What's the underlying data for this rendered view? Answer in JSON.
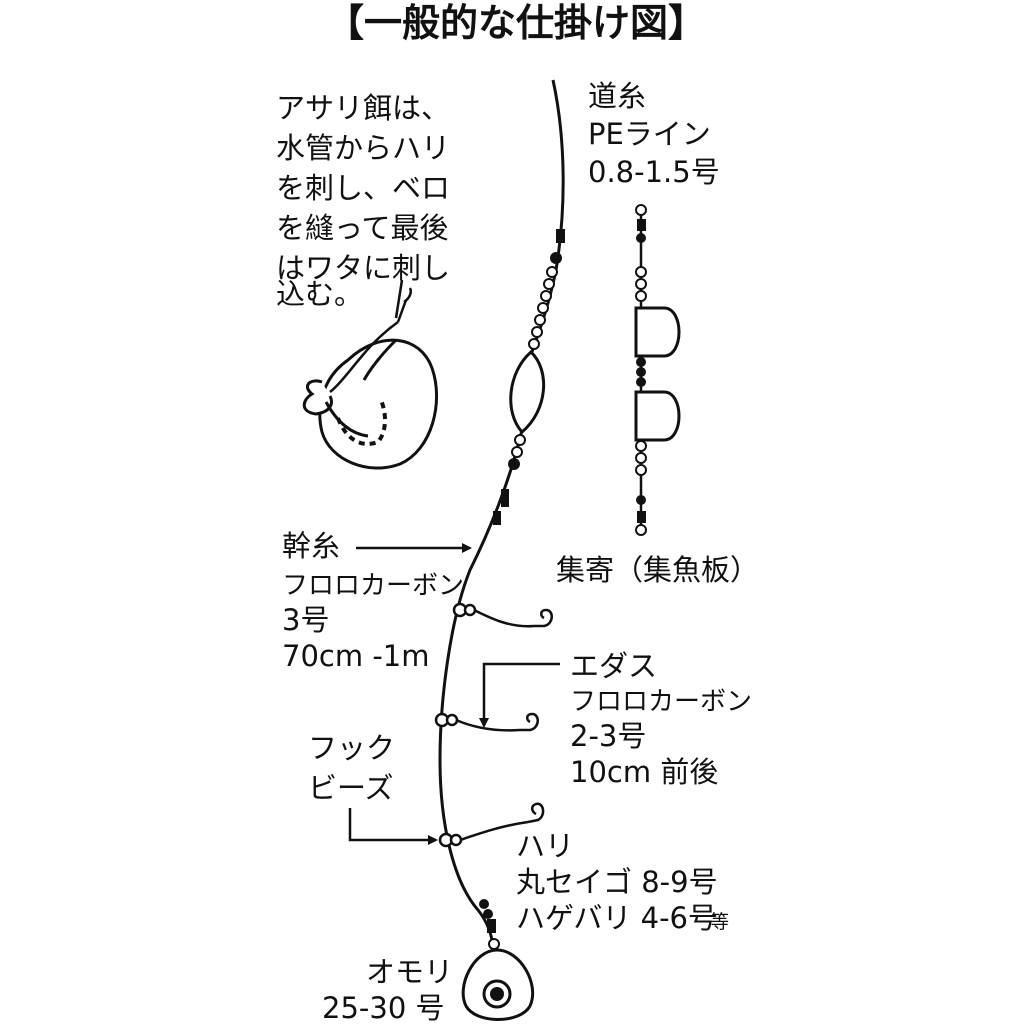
{
  "title": "【一般的な仕掛け図】",
  "bait_note": [
    "アサリ餌は、",
    "水管からハリ",
    "を刺し、ベロ",
    "を縫って最後",
    "はワタに刺し",
    "込む。"
  ],
  "main_line": {
    "name": "道糸",
    "spec": "PEライン",
    "size": "0.8-1.5号"
  },
  "attractor": {
    "label": "集寄（集魚板）"
  },
  "trunk_line": {
    "name": "幹糸",
    "spec": "フロロカーボン",
    "size": "3号",
    "length": "70cm -1m"
  },
  "branch_line": {
    "name": "エダス",
    "spec": "フロロカーボン",
    "size": "2-3号",
    "length": "10cm 前後"
  },
  "hook_beads": {
    "line1": "フック",
    "line2": "ビーズ"
  },
  "hook": {
    "name": "ハリ",
    "type1": "丸セイゴ 8-9号",
    "type2_main": "ハゲバリ 4-6号",
    "type2_suffix": "等"
  },
  "sinker": {
    "name": "オモリ",
    "size": "25-30 号"
  },
  "colors": {
    "ink": "#111111",
    "paper": "#ffffff"
  }
}
